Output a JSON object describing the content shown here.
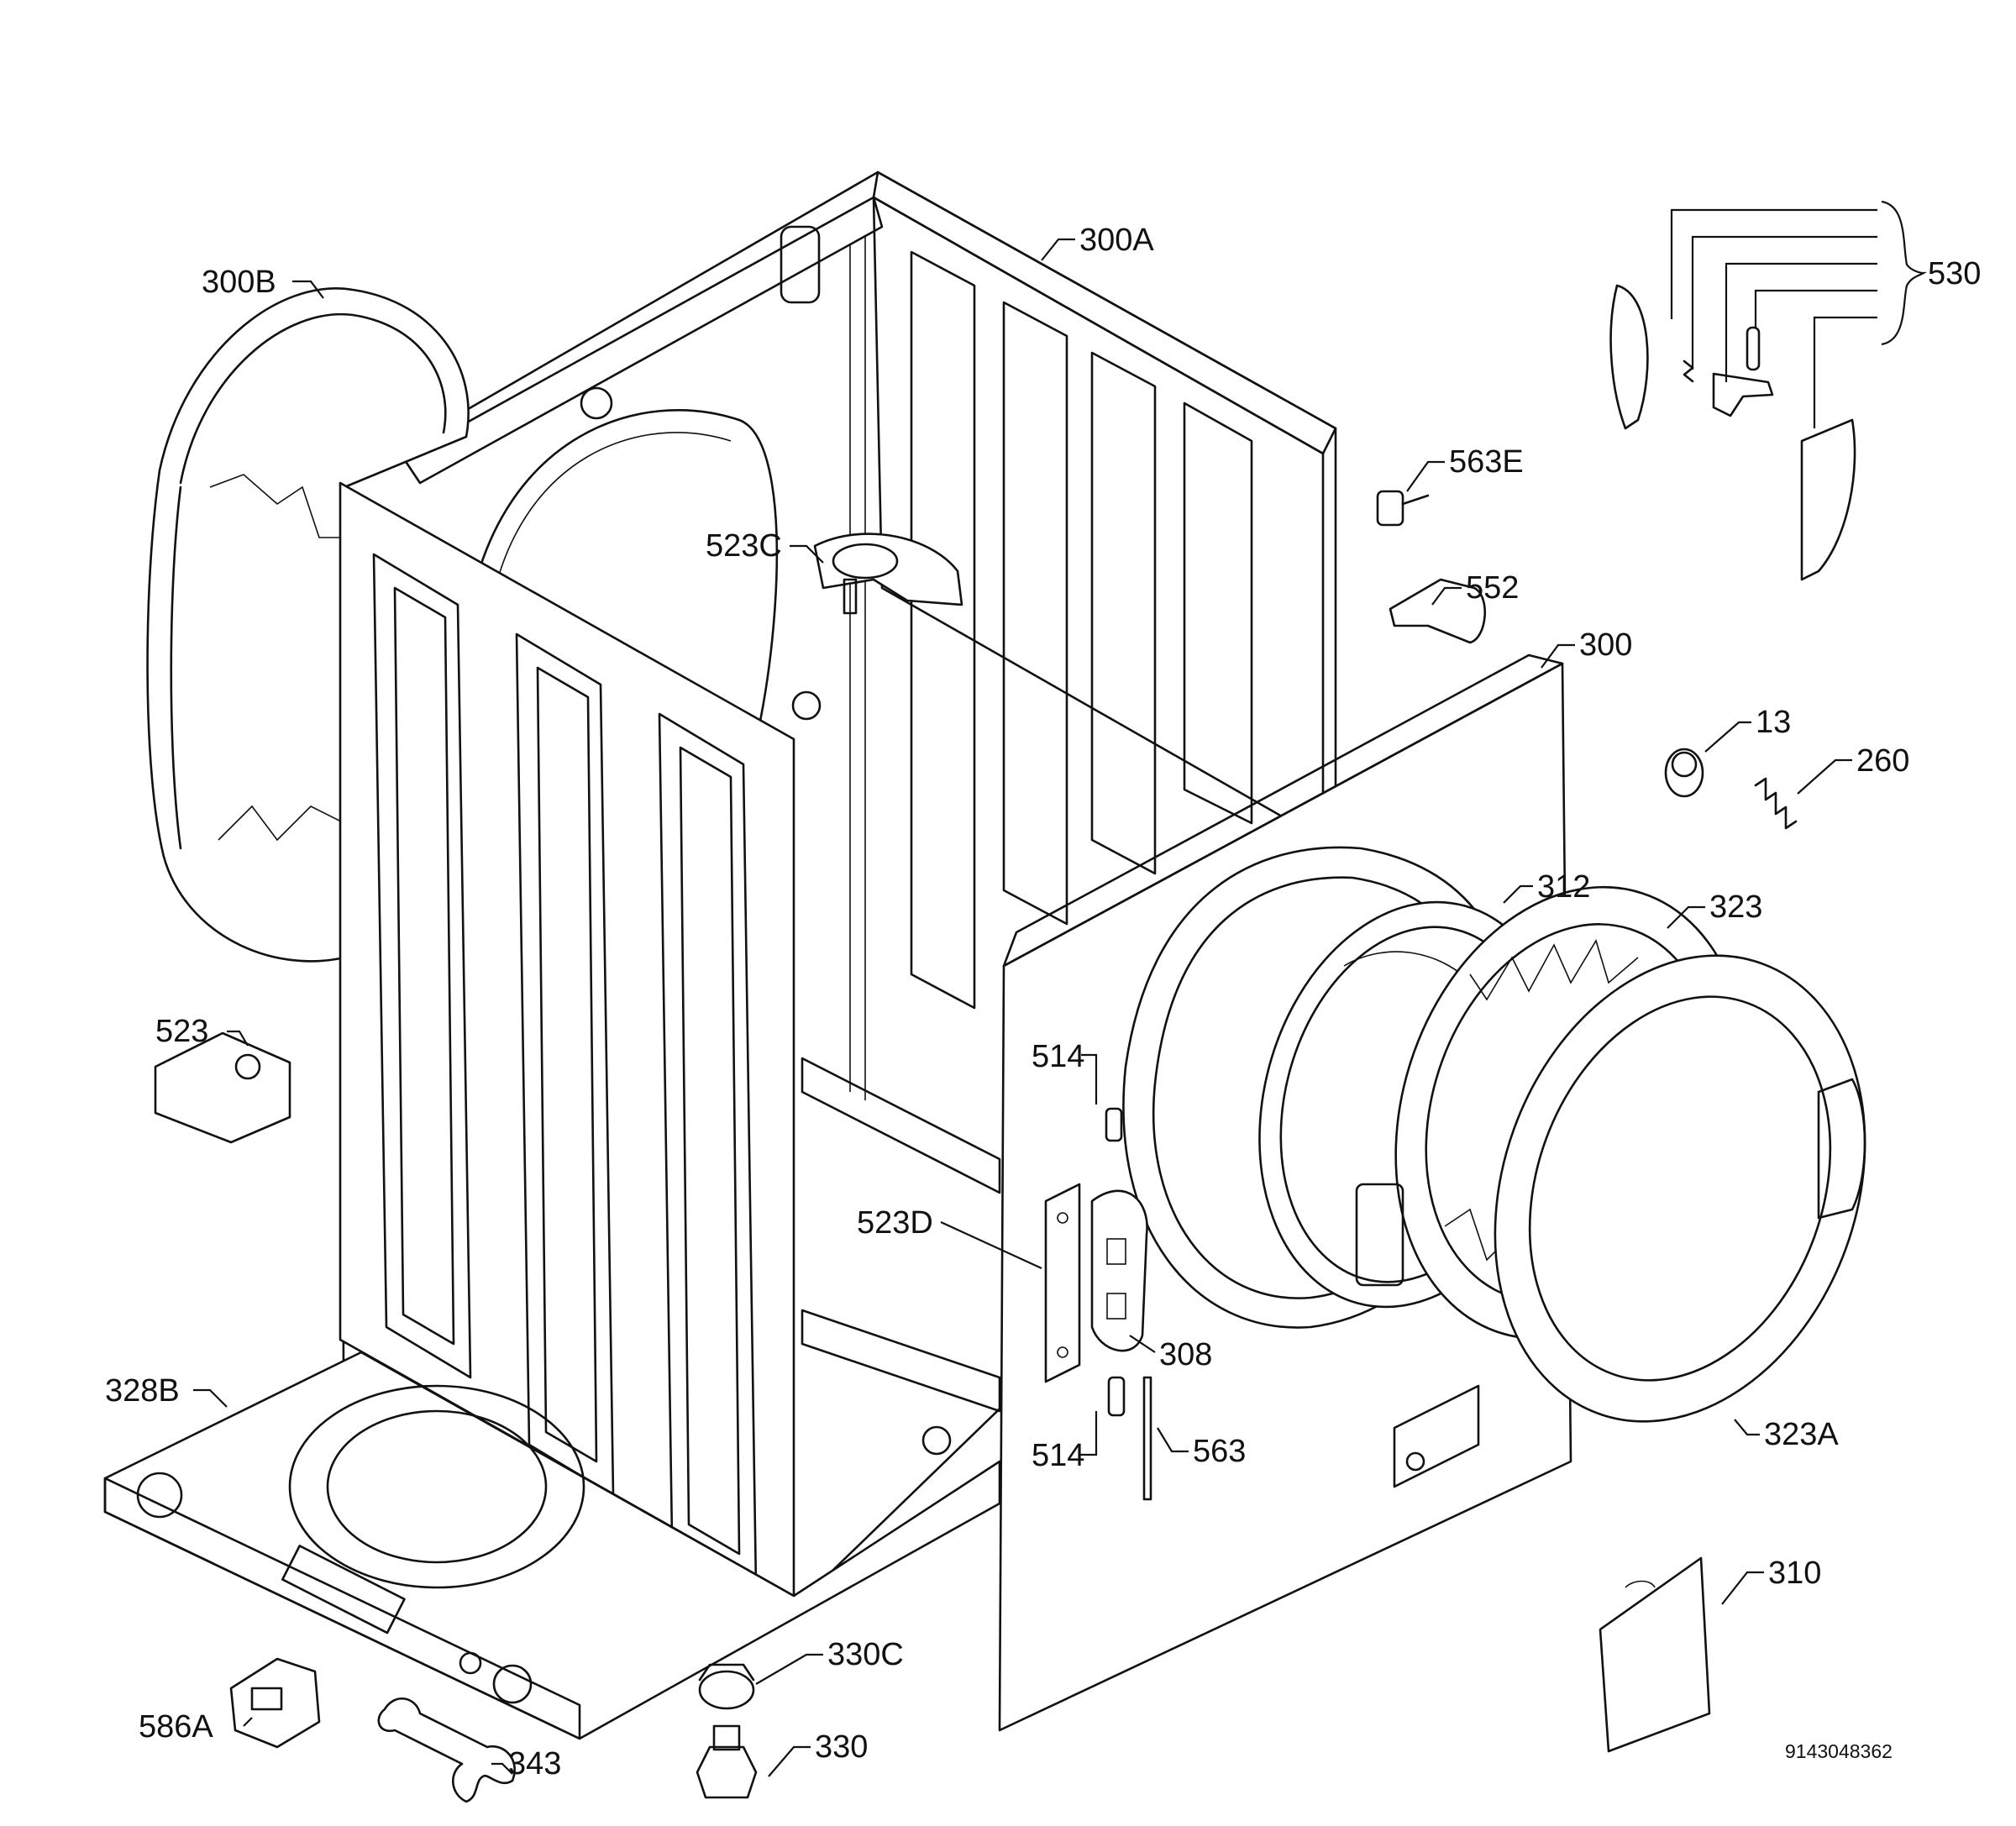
{
  "labels": {
    "l300B": "300B",
    "l300A": "300A",
    "l530": "530",
    "l563E": "563E",
    "l523C": "523C",
    "l552": "552",
    "l300": "300",
    "l13": "13",
    "l260": "260",
    "l312": "312",
    "l323": "323",
    "l523": "523",
    "l514a": "514",
    "l523D": "523D",
    "l308": "308",
    "l514b": "514",
    "l563": "563",
    "l323A": "323A",
    "l328B": "328B",
    "l310": "310",
    "l330C": "330C",
    "l330": "330",
    "l586A": "586A",
    "l343": "343"
  },
  "document_number": "9143048362",
  "colors": {
    "line": "#111111",
    "background": "#ffffff"
  }
}
